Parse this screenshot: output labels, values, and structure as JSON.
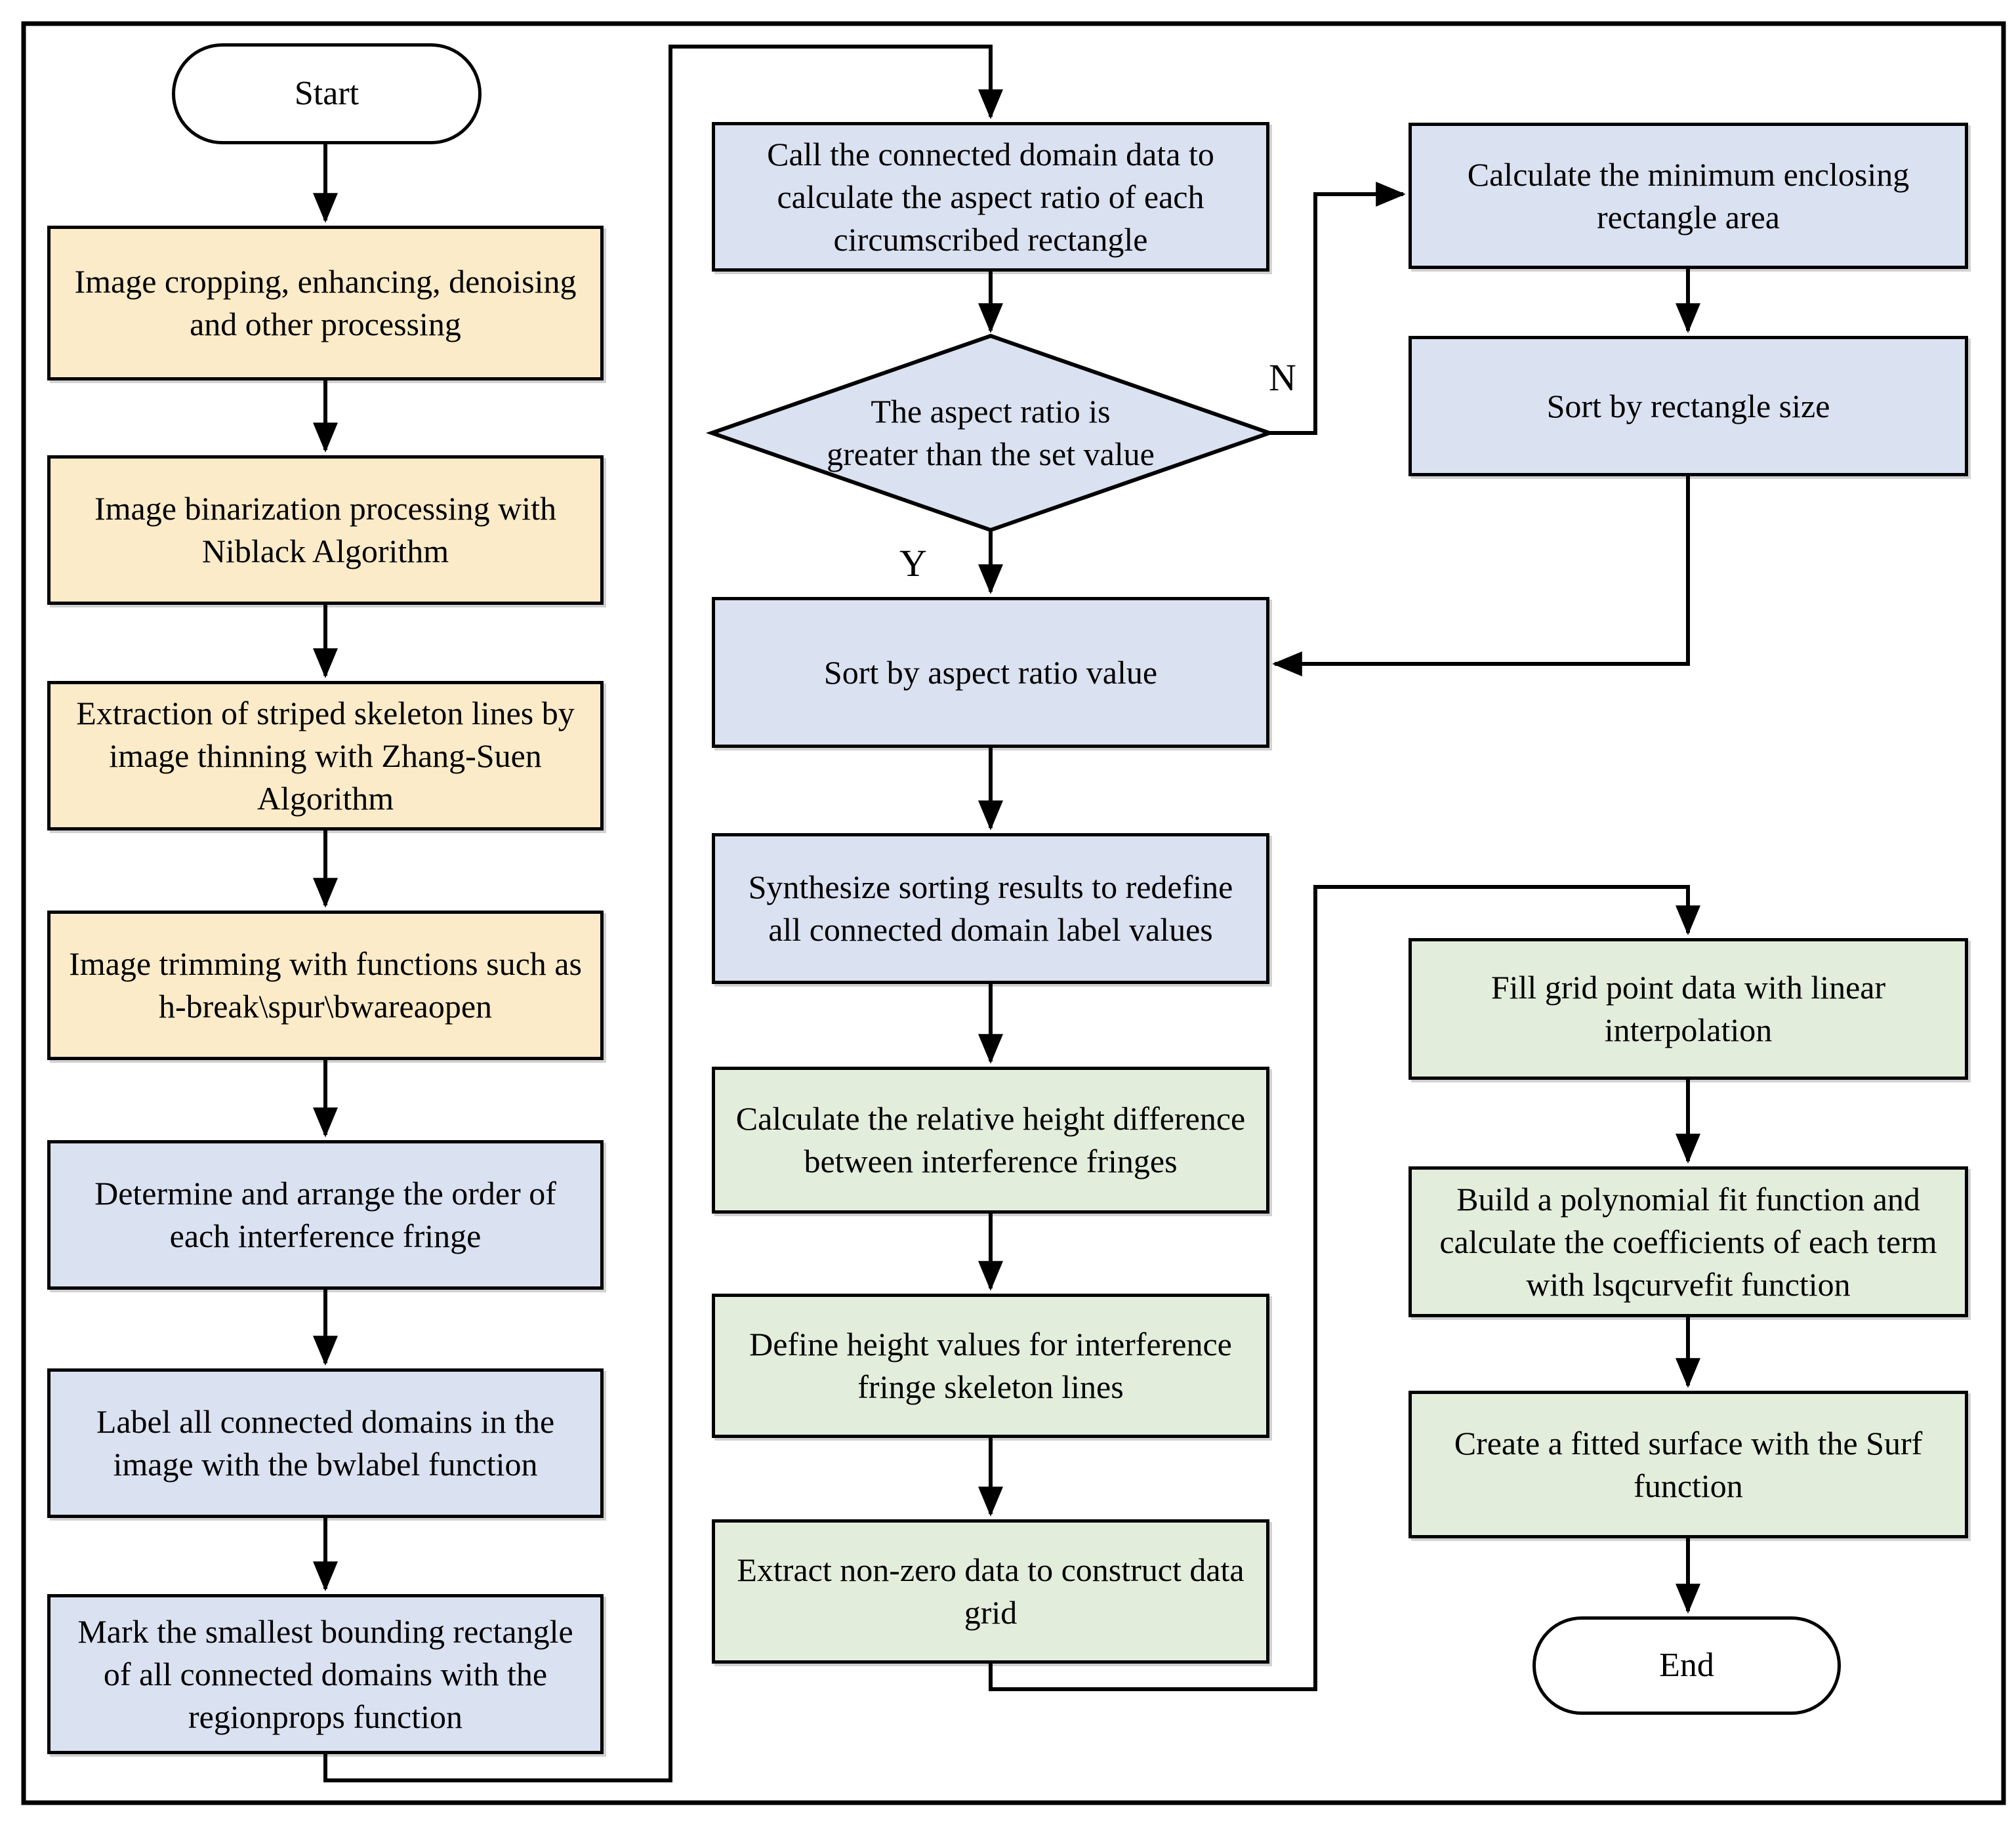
{
  "diagram_type": "flowchart",
  "colors": {
    "process_yellow": "#FCEBC8",
    "process_blue": "#DAE1F0",
    "process_green": "#E3EDDB",
    "terminal_white": "#FFFFFF",
    "line": "#000000",
    "background": "#FFFFFF"
  },
  "terminals": {
    "start": {
      "label": "Start"
    },
    "end": {
      "label": "End"
    }
  },
  "decision": {
    "line1": "The aspect ratio is",
    "line2": "greater than the set value",
    "yes_label": "Y",
    "no_label": "N"
  },
  "processes": {
    "preprocessing": {
      "label": "Image cropping, enhancing, denoising and other processing",
      "color": "process_yellow"
    },
    "binarization": {
      "label": "Image binarization processing with Niblack Algorithm",
      "color": "process_yellow"
    },
    "skeleton_extraction": {
      "label": "Extraction of striped skeleton lines by image thinning with Zhang-Suen Algorithm",
      "color": "process_yellow"
    },
    "trimming": {
      "label": "Image trimming with functions such as h-break\\spur\\bwareaopen",
      "color": "process_yellow"
    },
    "fringe_order": {
      "label": "Determine and arrange the order of each interference fringe",
      "color": "process_blue"
    },
    "bwlabel": {
      "label": "Label all connected domains in the image with the bwlabel function",
      "color": "process_blue"
    },
    "regionprops": {
      "label": "Mark the smallest bounding rectangle of all connected domains with the regionprops function",
      "color": "process_blue"
    },
    "aspect_ratio": {
      "label": "Call the connected domain data to calculate the aspect ratio of each circumscribed rectangle",
      "color": "process_blue"
    },
    "sort_aspect": {
      "label": "Sort by aspect ratio value",
      "color": "process_blue"
    },
    "synthesize": {
      "label": "Synthesize sorting results to redefine all connected domain label values",
      "color": "process_blue"
    },
    "relative_height": {
      "label": "Calculate the relative height difference between interference fringes",
      "color": "process_green"
    },
    "define_height": {
      "label": "Define height values for interference fringe skeleton lines",
      "color": "process_green"
    },
    "extract_nonzero": {
      "label": "Extract non-zero data to construct data grid",
      "color": "process_green"
    },
    "min_rectangle": {
      "label": "Calculate the minimum enclosing rectangle area",
      "color": "process_blue"
    },
    "sort_rectangle": {
      "label": "Sort by rectangle size",
      "color": "process_blue"
    },
    "fill_grid": {
      "label": "Fill grid point data with linear interpolation",
      "color": "process_green"
    },
    "polynomial_fit": {
      "label": "Build a polynomial fit function and calculate the coefficients of each term with lsqcurvefit function",
      "color": "process_green"
    },
    "surf_surface": {
      "label": "Create a fitted surface with the Surf function",
      "color": "process_green"
    }
  },
  "edges": [
    {
      "from": "start",
      "to": "preprocessing",
      "label": ""
    },
    {
      "from": "preprocessing",
      "to": "binarization",
      "label": ""
    },
    {
      "from": "binarization",
      "to": "skeleton_extraction",
      "label": ""
    },
    {
      "from": "skeleton_extraction",
      "to": "trimming",
      "label": ""
    },
    {
      "from": "trimming",
      "to": "fringe_order",
      "label": ""
    },
    {
      "from": "fringe_order",
      "to": "bwlabel",
      "label": ""
    },
    {
      "from": "bwlabel",
      "to": "regionprops",
      "label": ""
    },
    {
      "from": "regionprops",
      "to": "aspect_ratio",
      "label": ""
    },
    {
      "from": "aspect_ratio",
      "to": "decision",
      "label": ""
    },
    {
      "from": "decision",
      "to": "min_rectangle",
      "label": "N"
    },
    {
      "from": "min_rectangle",
      "to": "sort_rectangle",
      "label": ""
    },
    {
      "from": "sort_rectangle",
      "to": "sort_aspect",
      "label": ""
    },
    {
      "from": "decision",
      "to": "sort_aspect",
      "label": "Y"
    },
    {
      "from": "sort_aspect",
      "to": "synthesize",
      "label": ""
    },
    {
      "from": "synthesize",
      "to": "relative_height",
      "label": ""
    },
    {
      "from": "relative_height",
      "to": "define_height",
      "label": ""
    },
    {
      "from": "define_height",
      "to": "extract_nonzero",
      "label": ""
    },
    {
      "from": "extract_nonzero",
      "to": "fill_grid",
      "label": ""
    },
    {
      "from": "fill_grid",
      "to": "polynomial_fit",
      "label": ""
    },
    {
      "from": "polynomial_fit",
      "to": "surf_surface",
      "label": ""
    },
    {
      "from": "surf_surface",
      "to": "end",
      "label": ""
    }
  ]
}
